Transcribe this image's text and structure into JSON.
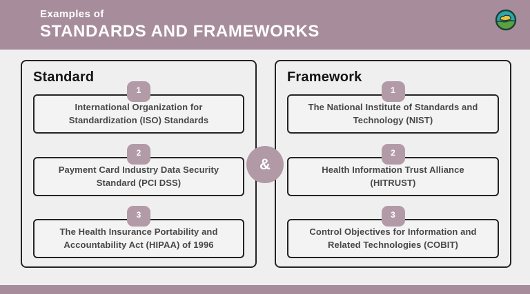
{
  "header": {
    "kicker": "Examples of",
    "title": "STANDARDS AND FRAMEWORKS"
  },
  "connector": "&",
  "panels": [
    {
      "title": "Standard",
      "items": [
        {
          "number": "1",
          "line1": "International Organization for",
          "line2": "Standardization (ISO) Standards"
        },
        {
          "number": "2",
          "line1": "Payment Card Industry Data Security",
          "line2": "Standard (PCI DSS)"
        },
        {
          "number": "3",
          "line1": "The Health Insurance Portability and",
          "line2": "Accountability Act (HIPAA) of 1996"
        }
      ]
    },
    {
      "title": "Framework",
      "items": [
        {
          "number": "1",
          "line1": "The National Institute of Standards and",
          "line2": "Technology (NIST)"
        },
        {
          "number": "2",
          "line1": "Health Information Trust Alliance",
          "line2": "(HITRUST)"
        },
        {
          "number": "3",
          "line1": "Control Objectives for Information and",
          "line2": "Related Technologies (COBIT)"
        }
      ]
    }
  ],
  "colors": {
    "header_bg": "#a78d9b",
    "badge_bg": "#b29ba7",
    "connector_bg": "#b199a5",
    "body_bg": "#efeff0",
    "box_bg": "#f3f3f4",
    "border": "#232323"
  }
}
